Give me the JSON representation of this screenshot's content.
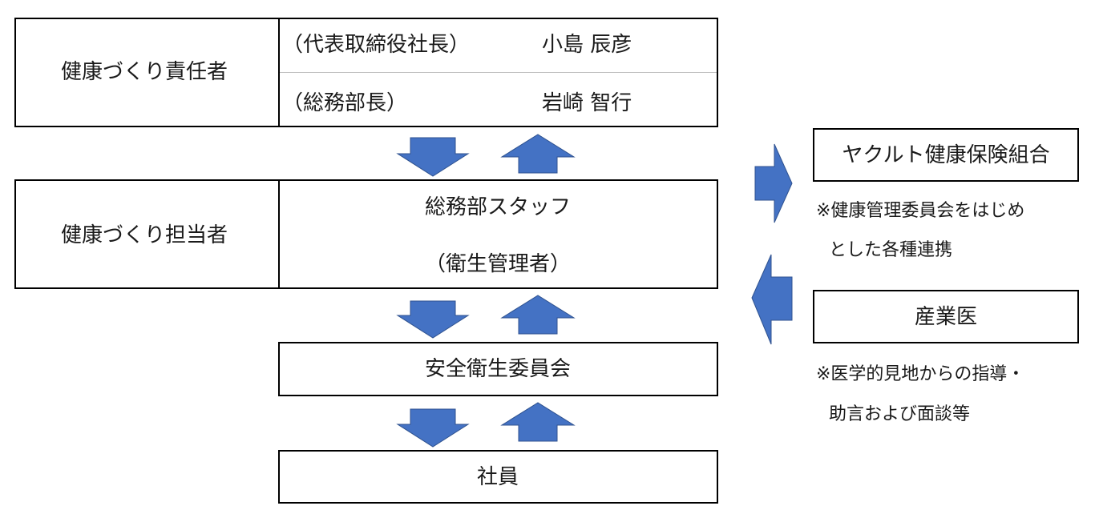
{
  "rows": {
    "responsible": {
      "label": "健康づくり責任者",
      "persons": [
        {
          "title": "（代表取締役社長）",
          "name": "小島 辰彦"
        },
        {
          "title": "（総務部長）",
          "name": "岩崎 智行"
        }
      ]
    },
    "staff": {
      "label": "健康づくり担当者",
      "line1": "総務部スタッフ",
      "line2": "（衛生管理者）"
    },
    "committee": {
      "label": "安全衛生委員会"
    },
    "employees": {
      "label": "社員"
    }
  },
  "partners": {
    "insurance": {
      "label": "ヤクルト健康保険組合",
      "note_line1": "※健康管理委員会をはじめ",
      "note_line2": "とした各種連携"
    },
    "doctor": {
      "label": "産業医",
      "note_line1": "※医学的見地からの指導・",
      "note_line2": "助言および面談等"
    }
  },
  "colors": {
    "arrow_fill": "#4472c4",
    "arrow_stroke": "#2f528f",
    "border": "#000000"
  }
}
